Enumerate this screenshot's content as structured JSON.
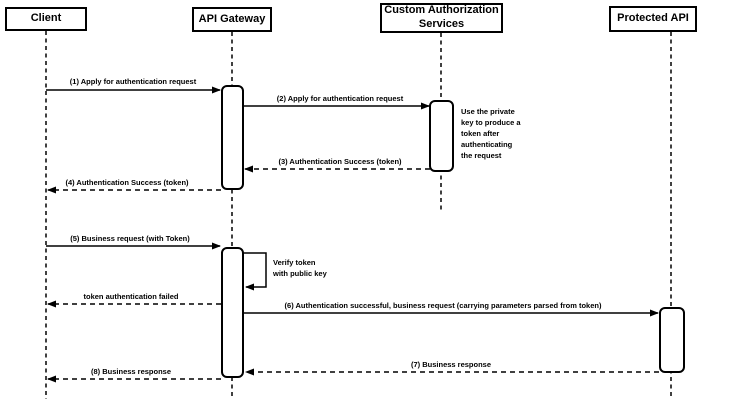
{
  "diagram": {
    "kind": "sequence-diagram",
    "colors": {
      "line": "#000000",
      "background": "#ffffff",
      "box_fill": "#ffffff"
    },
    "actors": [
      {
        "name": "Client"
      },
      {
        "name": "API Gateway"
      },
      {
        "name": "Custom Authorization\nServices"
      },
      {
        "name": "Protected API"
      }
    ],
    "messages": [
      {
        "seq": 1,
        "label": "(1) Apply for authentication request",
        "from": "Client",
        "to": "API Gateway",
        "style": "solid"
      },
      {
        "seq": 2,
        "label": "(2) Apply for authentication request",
        "from": "API Gateway",
        "to": "Custom Authorization Services",
        "style": "solid"
      },
      {
        "seq": 3,
        "label": "(3) Authentication Success (token)",
        "from": "Custom Authorization Services",
        "to": "API Gateway",
        "style": "dashed"
      },
      {
        "seq": 4,
        "label": "(4) Authentication Success (token)",
        "from": "API Gateway",
        "to": "Client",
        "style": "dashed"
      },
      {
        "seq": 5,
        "label": "(5) Business request (with Token)",
        "from": "Client",
        "to": "API Gateway",
        "style": "solid"
      },
      {
        "seq": null,
        "label": "Verify token\nwith public key",
        "from": "API Gateway",
        "to": "API Gateway",
        "style": "self-loop"
      },
      {
        "seq": null,
        "label": "token authentication failed",
        "from": "API Gateway",
        "to": "Client",
        "style": "dashed"
      },
      {
        "seq": 6,
        "label": "(6) Authentication successful, business request (carrying parameters parsed from token)",
        "from": "API Gateway",
        "to": "Protected API",
        "style": "solid"
      },
      {
        "seq": 7,
        "label": "(7) Business response",
        "from": "Protected API",
        "to": "API Gateway",
        "style": "dashed"
      },
      {
        "seq": 8,
        "label": "(8) Business response",
        "from": "API Gateway",
        "to": "Client",
        "style": "dashed"
      }
    ],
    "notes": [
      {
        "text": "Use the private\nkey to produce a\ntoken after\nauthenticating\nthe request",
        "attached_to": "Custom Authorization Services"
      }
    ]
  }
}
